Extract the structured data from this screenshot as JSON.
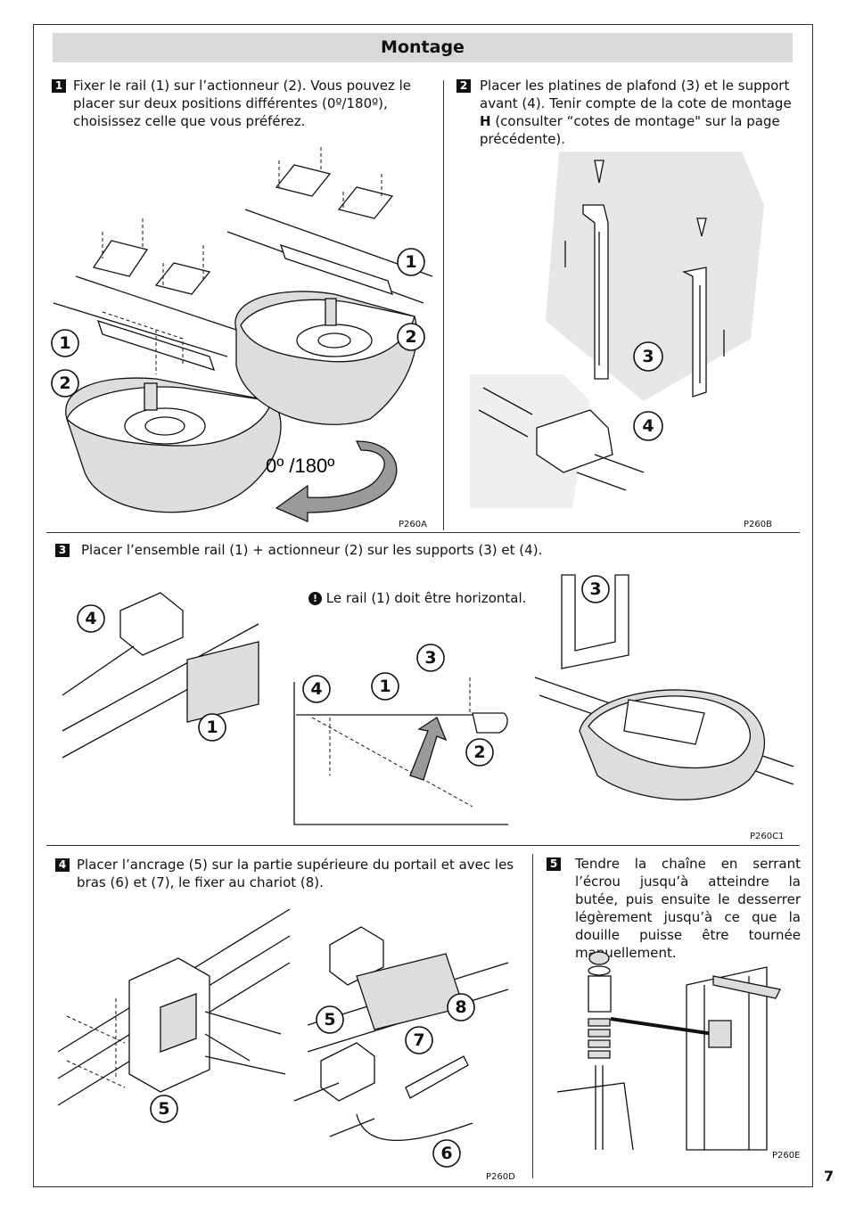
{
  "header": {
    "title": "Montage"
  },
  "steps": [
    {
      "num": "1",
      "text": "Fixer le rail (1) sur l’actionneur (2). Vous pouvez le placer sur deux positions différentes (0º/180º), choisissez celle que vous préférez.",
      "code": "P260A"
    },
    {
      "num": "2",
      "text_before": "Placer les platines de plafond (3) et le support avant (4). Tenir compte de la cote de montage ",
      "text_bold": "H",
      "text_after": " (consulter “cotes de montage\" sur la page précédente).",
      "code": "P260B"
    },
    {
      "num": "3",
      "text": "Placer l’ensemble rail (1) + actionneur (2) sur les supports (3) et (4).",
      "note_icon": "!",
      "note": "Le rail (1) doit être horizontal.",
      "code": "P260C1"
    },
    {
      "num": "4",
      "text": "Placer l’ancrage (5) sur la partie supérieure du portail et avec les bras (6) et (7), le fixer au chariot (8).",
      "code": "P260D"
    },
    {
      "num": "5",
      "text": "Tendre la chaîne en serrant l’écrou jusqu’à atteindre la butée, puis ensuite le desserrer légèrement jusqu’à ce que la douille puisse être tournée manuellement.",
      "code": "P260E"
    }
  ],
  "fig1": {
    "angle_label": "0º /180º",
    "callouts": [
      "1",
      "2",
      "1",
      "2"
    ]
  },
  "fig2": {
    "callouts": [
      "3",
      "4"
    ]
  },
  "fig3": {
    "callouts": [
      "4",
      "1",
      "4",
      "1",
      "3",
      "2",
      "3"
    ]
  },
  "fig4": {
    "callouts": [
      "5",
      "5",
      "8",
      "7",
      "6"
    ]
  },
  "page_number": "7"
}
